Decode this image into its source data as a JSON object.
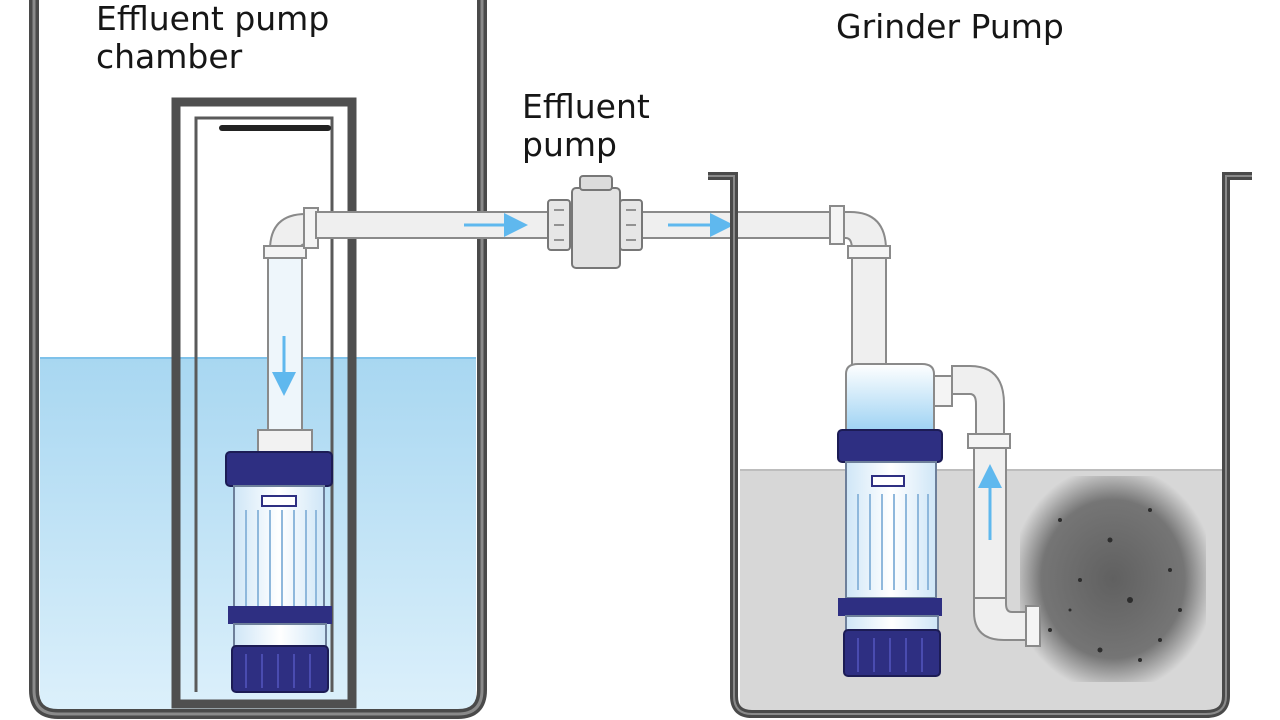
{
  "labels": {
    "chamber_line1": "Effluent pump",
    "chamber_line2": "chamber",
    "effluent_line1": "Effluent",
    "effluent_line2": "pump",
    "grinder": "Grinder Pump"
  },
  "colors": {
    "water": "#a9d8f2",
    "sewage": "#d7d7d7",
    "pump_body": "#2e2f82",
    "pipe": "#ececec",
    "outline": "#4a4a4a",
    "flow_arrow": "#6cc0ef"
  },
  "icons": [
    "flow-arrow-icon",
    "flow-arrow-down-icon",
    "flow-arrow-up-icon"
  ]
}
